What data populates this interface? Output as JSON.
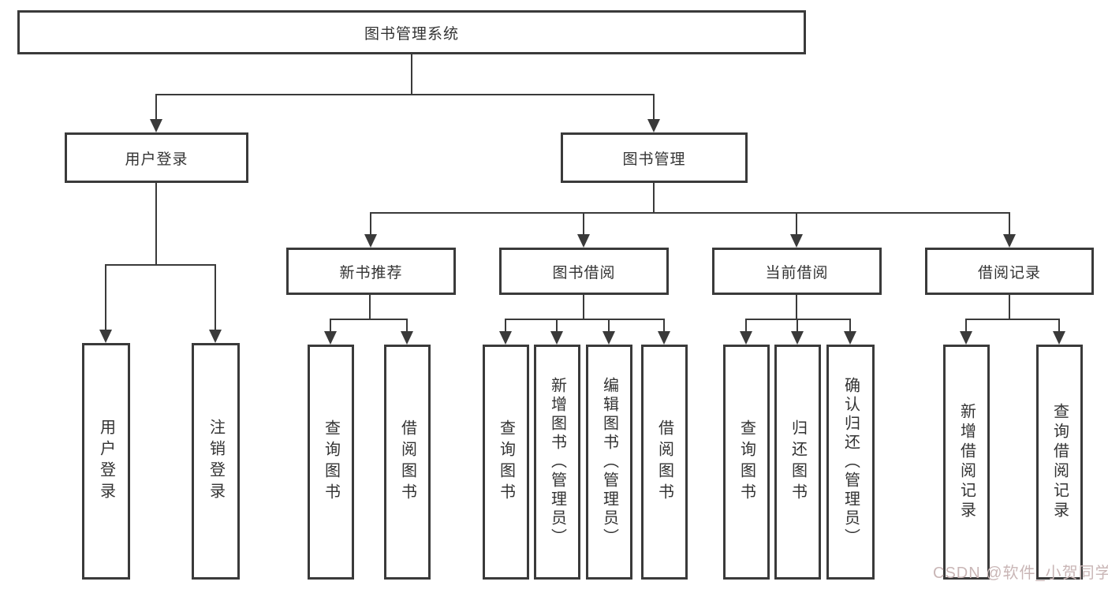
{
  "diagram": {
    "root": {
      "label": "图书管理系统"
    },
    "branches": {
      "user_login": {
        "label": "用户登录",
        "children": [
          {
            "label": "用户登录"
          },
          {
            "label": "注销登录"
          }
        ]
      },
      "book_management": {
        "label": "图书管理",
        "children": [
          {
            "label": "新书推荐",
            "children": [
              {
                "label": "查询图书"
              },
              {
                "label": "借阅图书"
              }
            ]
          },
          {
            "label": "图书借阅",
            "children": [
              {
                "label": "查询图书"
              },
              {
                "label": "新增图书（管理员）"
              },
              {
                "label": "编辑图书（管理员）"
              },
              {
                "label": "借阅图书"
              }
            ]
          },
          {
            "label": "当前借阅",
            "children": [
              {
                "label": "查询图书"
              },
              {
                "label": "归还图书"
              },
              {
                "label": "确认归还（管理员）"
              }
            ]
          },
          {
            "label": "借阅记录",
            "children": [
              {
                "label": "新增借阅记录"
              },
              {
                "label": "查询借阅记录"
              }
            ]
          }
        ]
      }
    }
  },
  "watermark": {
    "text": "CSDN @软件_小贺同学"
  },
  "colors": {
    "line": "#3a3a3a",
    "text": "#333333",
    "watermark": "#c9b6b6",
    "background": "#ffffff"
  }
}
